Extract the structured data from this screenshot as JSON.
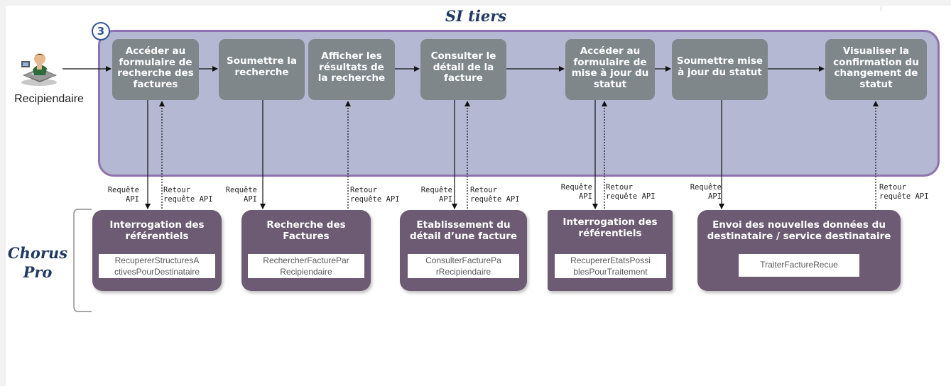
{
  "diagram": {
    "si_title": "SI tiers",
    "step_badge": "3",
    "actor": {
      "icon": "user-at-desk-icon",
      "label": "Recipiendaire"
    },
    "steps": [
      {
        "id": "s1",
        "label": "Accéder au\nformulaire de\nrecherche des\nfactures"
      },
      {
        "id": "s2",
        "label": "Soumettre la\nrecherche"
      },
      {
        "id": "s3",
        "label": "Afficher les\nrésultats  de\nla recherche"
      },
      {
        "id": "s4",
        "label": "Consulter le\ndétail de la\nfacture"
      },
      {
        "id": "s5",
        "label": "Accéder au\nformulaire de\nmise à jour du\nstatut"
      },
      {
        "id": "s6",
        "label": "Soumettre mise\nà jour du statut"
      },
      {
        "id": "s7",
        "label": "Visualiser la\nconfirmation du\nchangement de\nstatut"
      }
    ],
    "connector_labels": {
      "request": "Requête\nAPI",
      "return": "Retour\nrequête API"
    },
    "chorus_title": "Chorus\nPro",
    "services": [
      {
        "id": "p1",
        "title": "Interrogation des\nréférentiels",
        "operation": "RecupererStructuresA\nctivesPourDestinataire"
      },
      {
        "id": "p2",
        "title": "Recherche des\nFactures",
        "operation": "RechercherFacturePar\nRecipiendaire"
      },
      {
        "id": "p3",
        "title": "Etablissement du\ndétail d’une facture",
        "operation": "ConsulterFacturePa\nrRecipiendaire"
      },
      {
        "id": "p4",
        "title": "Interrogation des\nréférentiels",
        "operation": "RecupererEtatsPossi\nblesPourTraitement"
      },
      {
        "id": "p5",
        "title": "Envoi des nouvelles données du\ndestinataire / service destinataire",
        "operation": "TraiterFactureRecue"
      }
    ],
    "colors": {
      "panel_fill": "#b4b8d2",
      "panel_border": "#8e72ad",
      "step_box": "#7f878b",
      "service_box": "#6c5b72",
      "title_blue": "#1f3864"
    }
  }
}
